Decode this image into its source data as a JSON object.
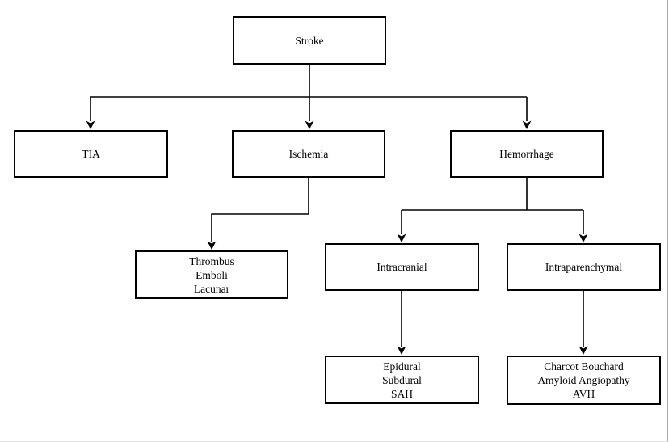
{
  "diagram": {
    "type": "flowchart",
    "root": "Stroke",
    "edges": [
      [
        "Stroke",
        "TIA"
      ],
      [
        "Stroke",
        "Ischemia"
      ],
      [
        "Stroke",
        "Hemorrhage"
      ],
      [
        "Ischemia",
        "Thrombus / Emboli / Lacunar"
      ],
      [
        "Hemorrhage",
        "Intracranial"
      ],
      [
        "Hemorrhage",
        "Intraparenchymal"
      ],
      [
        "Intracranial",
        "Epidural / Subdural / SAH"
      ],
      [
        "Intraparenchymal",
        "Charcot Bouchard / Amyloid Angiopathy / AVH"
      ]
    ]
  },
  "nodes": {
    "stroke": {
      "label": "Stroke"
    },
    "tia": {
      "label": "TIA"
    },
    "ischemia": {
      "label": "Ischemia"
    },
    "hemorrhage": {
      "label": "Hemorrhage"
    },
    "thrombus": {
      "lines": [
        "Thrombus",
        "Emboli",
        "Lacunar"
      ]
    },
    "intracranial": {
      "label": "Intracranial"
    },
    "intraparenchymal": {
      "label": "Intraparenchymal"
    },
    "epidural": {
      "lines": [
        "Epidural",
        "Subdural",
        "SAH"
      ]
    },
    "charcot": {
      "lines": [
        "Charcot Bouchard",
        "Amyloid Angiopathy",
        "AVH"
      ]
    }
  },
  "colors": {
    "line": "#000000",
    "box_border": "#000000",
    "box_fill": "#ffffff",
    "background": "#ffffff",
    "page_edge": "#a8a8a8"
  }
}
